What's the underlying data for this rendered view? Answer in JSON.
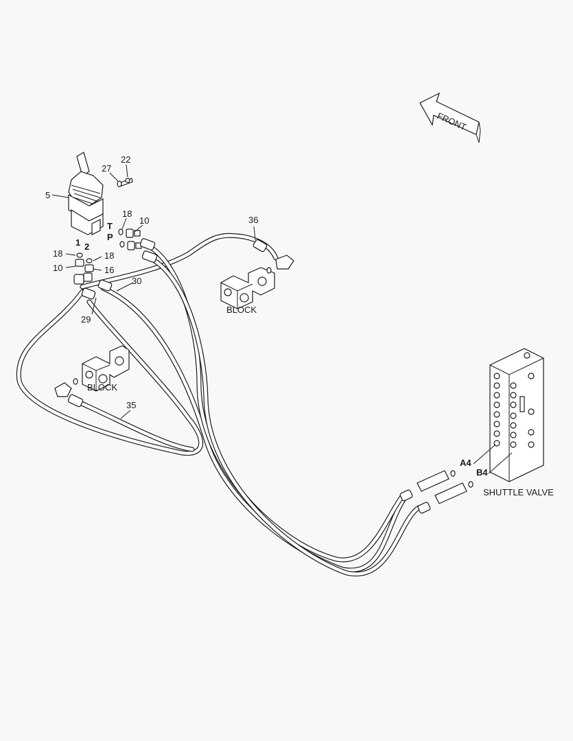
{
  "direction_arrow": {
    "label": "FRONT"
  },
  "callouts": {
    "c22": "22",
    "c27": "27",
    "c5": "5",
    "c18a": "18",
    "c10a": "10",
    "c18b": "18",
    "c18c": "18",
    "c10b": "10",
    "c16": "16",
    "c29": "29",
    "c30": "30",
    "c36": "36",
    "c35": "35"
  },
  "port_labels": {
    "T": "T",
    "P": "P",
    "p1": "1",
    "p2": "2",
    "A4": "A4",
    "B4": "B4"
  },
  "components": {
    "block_upper": "BLOCK",
    "block_lower": "BLOCK",
    "shuttle_valve": "SHUTTLE VALVE"
  }
}
